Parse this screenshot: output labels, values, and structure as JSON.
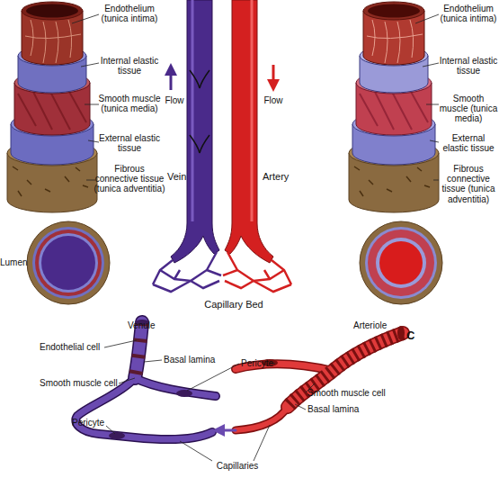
{
  "diagram": {
    "labels": [
      "Endothelium (tunica intima)",
      "Internal elastic tissue",
      "Smooth muscle (tunica media)",
      "External elastic tissue",
      "Fibrous connective tissue (tunica adventitia)",
      "Flow",
      "Vein",
      "Artery",
      "Flow",
      "Endothelium (tunica intima)",
      "Internal elastic tissue",
      "Smooth muscle (tunica media)",
      "External elastic tissue",
      "Fibrous connective tissue (tunica adventitia)",
      "Lumen",
      "Capillary Bed",
      "Venule",
      "Arteriole",
      "C",
      "Endothelial cell",
      "Basal lamina",
      "Pericyte",
      "Smooth muscle cell",
      "Smooth muscle cell",
      "Basal lamina",
      "Pericyte",
      "Capillaries"
    ]
  }
}
